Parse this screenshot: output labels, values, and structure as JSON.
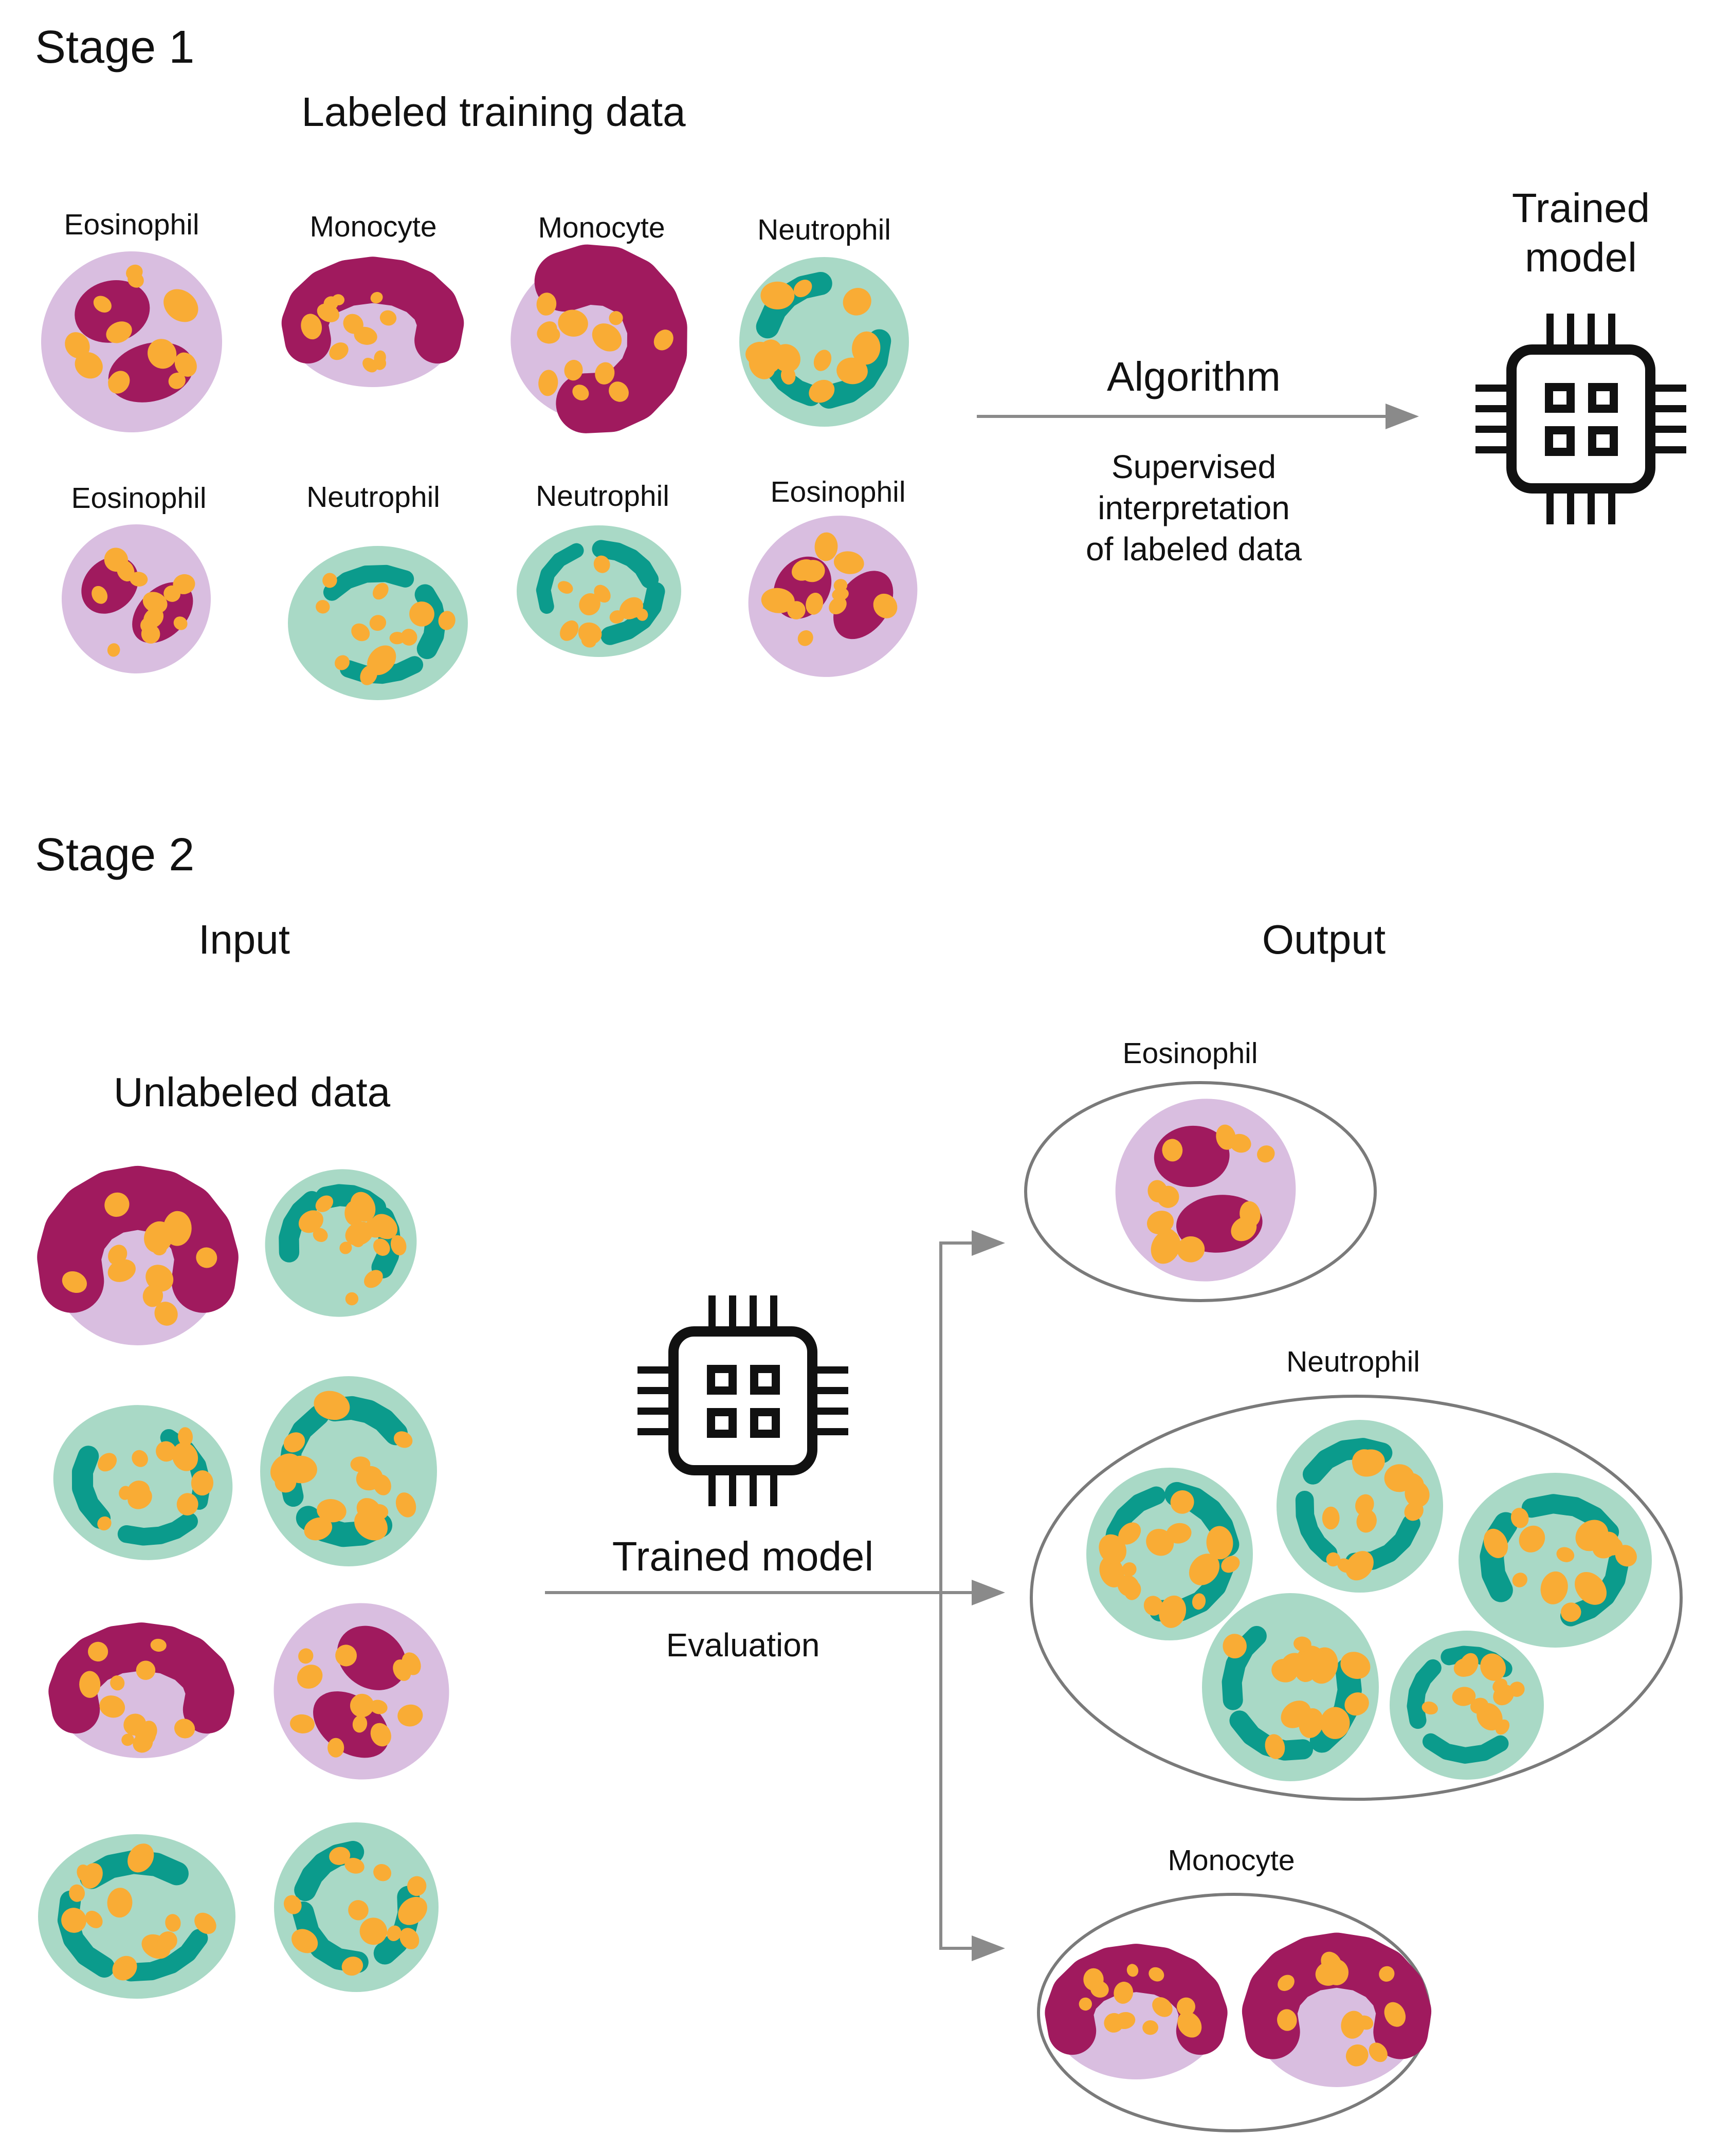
{
  "stage1": {
    "title": "Stage 1",
    "heading": "Labeled training data",
    "cells": [
      {
        "label": "Eosinophil",
        "type": "eosinophil"
      },
      {
        "label": "Monocyte",
        "type": "monocyte"
      },
      {
        "label": "Monocyte",
        "type": "monocyte"
      },
      {
        "label": "Neutrophil",
        "type": "neutrophil"
      },
      {
        "label": "Eosinophil",
        "type": "eosinophil"
      },
      {
        "label": "Neutrophil",
        "type": "neutrophil"
      },
      {
        "label": "Neutrophil",
        "type": "neutrophil"
      },
      {
        "label": "Eosinophil",
        "type": "eosinophil"
      }
    ],
    "arrow_label": "Algorithm",
    "arrow_caption": [
      "Supervised",
      "interpretation",
      "of labeled data"
    ],
    "model_label": [
      "Trained",
      "model"
    ]
  },
  "stage2": {
    "title": "Stage 2",
    "input_heading": "Input",
    "output_heading": "Output",
    "unlabeled_heading": "Unlabeled data",
    "unlabeled_cells": [
      "monocyte",
      "neutrophil",
      "neutrophil",
      "neutrophil",
      "monocyte",
      "eosinophil",
      "neutrophil",
      "neutrophil"
    ],
    "model_label": "Trained model",
    "evaluation_label": "Evaluation",
    "groups": [
      {
        "label": "Eosinophil",
        "type": "eosinophil",
        "count": 1
      },
      {
        "label": "Neutrophil",
        "type": "neutrophil",
        "count": 5
      },
      {
        "label": "Monocyte",
        "type": "monocyte",
        "count": 2
      }
    ]
  },
  "colors": {
    "eosinophil_cytoplasm": "#d9bee0",
    "monocyte_cytoplasm": "#d9bee0",
    "neutrophil_cytoplasm": "#a9d9c6",
    "purple_nucleus": "#a01a5e",
    "teal_nucleus": "#0b9b8c",
    "granule": "#f9ac35",
    "arrow": "#8a8a8a",
    "group_outline": "#7a7a7a",
    "chip": "#111111"
  }
}
